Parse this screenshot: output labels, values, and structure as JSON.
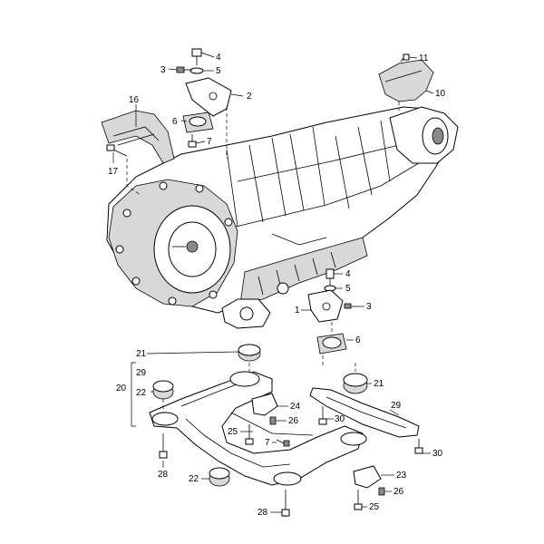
{
  "callouts": [
    {
      "id": "c-4-top",
      "text": "4"
    },
    {
      "id": "c-3-top",
      "text": "3"
    },
    {
      "id": "c-5-top",
      "text": "5"
    },
    {
      "id": "c-2",
      "text": "2"
    },
    {
      "id": "c-6-top",
      "text": "6"
    },
    {
      "id": "c-7-top",
      "text": "7"
    },
    {
      "id": "c-16",
      "text": "16"
    },
    {
      "id": "c-17",
      "text": "17"
    },
    {
      "id": "c-11",
      "text": "11"
    },
    {
      "id": "c-10",
      "text": "10"
    },
    {
      "id": "c-4-mid",
      "text": "4"
    },
    {
      "id": "c-5-mid",
      "text": "5"
    },
    {
      "id": "c-1",
      "text": "1"
    },
    {
      "id": "c-3-mid",
      "text": "3"
    },
    {
      "id": "c-6-mid",
      "text": "6"
    },
    {
      "id": "c-21-left",
      "text": "21"
    },
    {
      "id": "c-29-left",
      "text": "29"
    },
    {
      "id": "c-20",
      "text": "20"
    },
    {
      "id": "c-22-left",
      "text": "22"
    },
    {
      "id": "c-24",
      "text": "24"
    },
    {
      "id": "c-26-left",
      "text": "26"
    },
    {
      "id": "c-25-left",
      "text": "25"
    },
    {
      "id": "c-21-right",
      "text": "21"
    },
    {
      "id": "c-29-right",
      "text": "29"
    },
    {
      "id": "c-30-mid",
      "text": "30"
    },
    {
      "id": "c-30-right",
      "text": "30"
    },
    {
      "id": "c-7-bottom",
      "text": "7"
    },
    {
      "id": "c-28-left",
      "text": "28"
    },
    {
      "id": "c-22-bottom",
      "text": "22"
    },
    {
      "id": "c-23",
      "text": "23"
    },
    {
      "id": "c-26-right",
      "text": "26"
    },
    {
      "id": "c-25-right",
      "text": "25"
    },
    {
      "id": "c-28-bottom",
      "text": "28"
    }
  ]
}
